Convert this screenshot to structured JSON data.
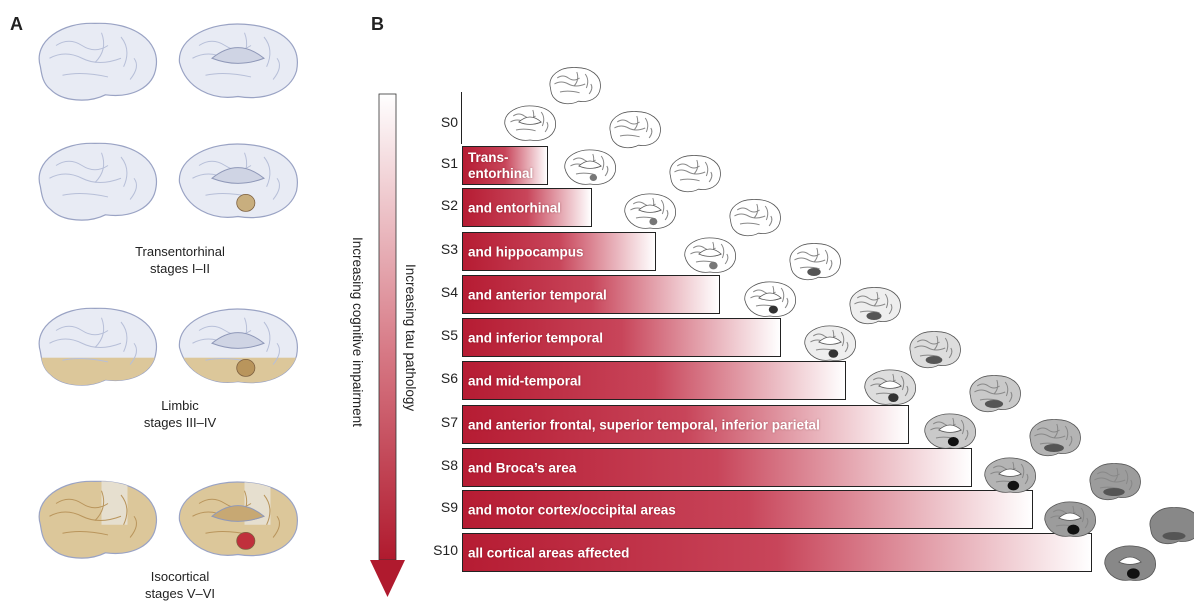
{
  "panels": {
    "a_label": "A",
    "b_label": "B"
  },
  "panel_a": {
    "captions": [
      {
        "line1": "Transentorhinal",
        "line2": "stages I–II"
      },
      {
        "line1": "Limbic",
        "line2": "stages III–IV"
      },
      {
        "line1": "Isocortical",
        "line2": "stages V–VI"
      }
    ],
    "colors": {
      "normal": "#e8ebf4",
      "outline": "#9aa3c4",
      "tau_light": "#dcc79a",
      "tau_dark": "#b9955c",
      "tau_red": "#c0303c"
    }
  },
  "axes": {
    "cognitive": "Increasing cognitive impairment",
    "tau": "Increasing tau pathology"
  },
  "stages": [
    {
      "id": "S0",
      "text": ""
    },
    {
      "id": "S1",
      "text": "Trans-\nentorhinal"
    },
    {
      "id": "S2",
      "text": "and entorhinal"
    },
    {
      "id": "S3",
      "text": "and hippocampus"
    },
    {
      "id": "S4",
      "text": "and anterior temporal"
    },
    {
      "id": "S5",
      "text": "and inferior temporal"
    },
    {
      "id": "S6",
      "text": "and mid-temporal"
    },
    {
      "id": "S7",
      "text": "and anterior frontal, superior temporal, inferior parietal"
    },
    {
      "id": "S8",
      "text": "and Broca’s area"
    },
    {
      "id": "S9",
      "text": "and motor cortex/occipital areas"
    },
    {
      "id": "S10",
      "text": "all cortical areas affected"
    }
  ],
  "colors": {
    "bar_start": "#b61c33",
    "arrow": "#b01a2e"
  }
}
